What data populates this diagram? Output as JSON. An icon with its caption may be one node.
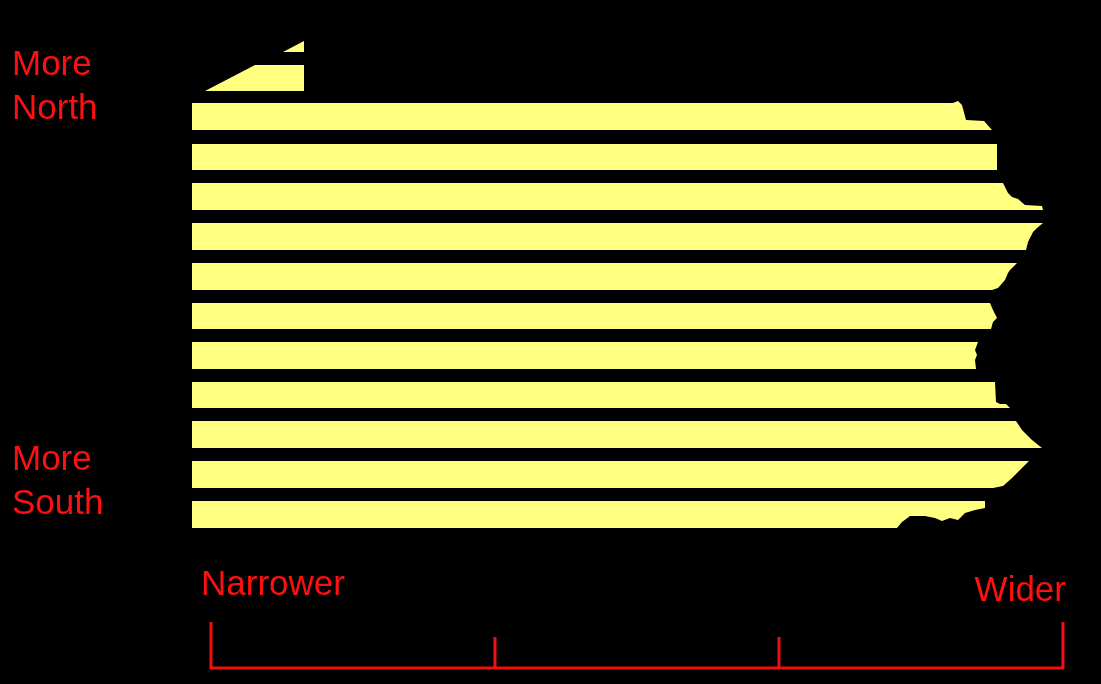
{
  "diagram": {
    "labels": [
      "More North",
      "More South",
      "Narrower",
      "Wider"
    ]
  }
}
